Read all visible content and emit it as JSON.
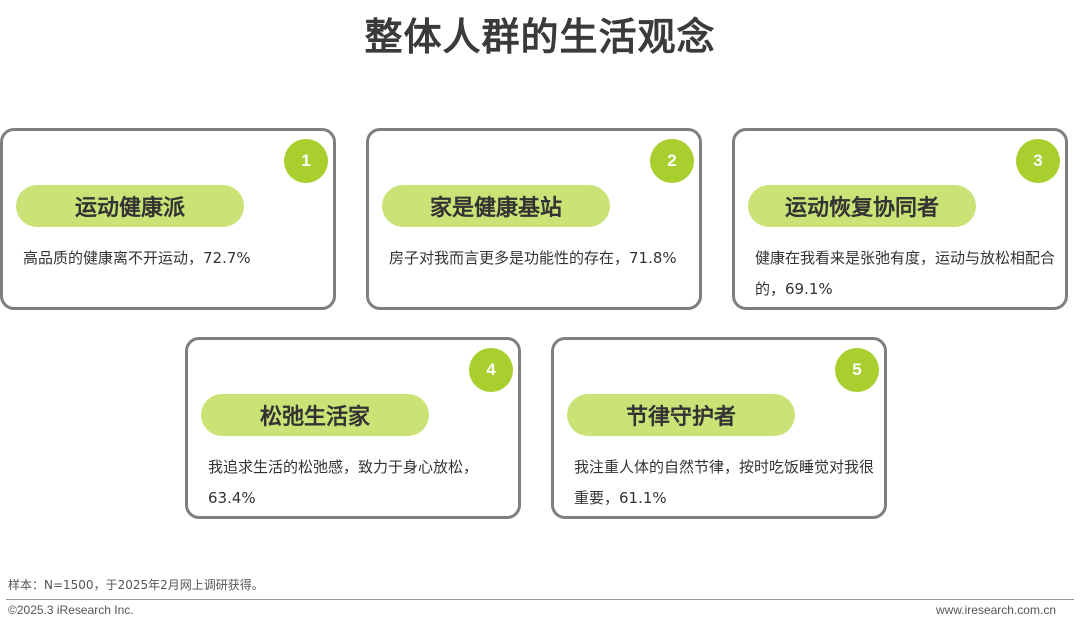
{
  "title": "整体人群的生活观念",
  "cards": [
    {
      "number": "1",
      "label": "运动健康派",
      "description": "高品质的健康离不开运动，72.7%"
    },
    {
      "number": "2",
      "label": "家是健康基站",
      "description": "房子对我而言更多是功能性的存在，71.8%"
    },
    {
      "number": "3",
      "label": "运动恢复协同者",
      "description": "健康在我看来是张弛有度，运动与放松相配合的，69.1%"
    },
    {
      "number": "4",
      "label": "松弛生活家",
      "description": "我追求生活的松弛感，致力于身心放松，63.4%"
    },
    {
      "number": "5",
      "label": "节律守护者",
      "description": "我注重人体的自然节律，按时吃饭睡觉对我很重要，61.1%"
    }
  ],
  "footer": {
    "note": "样本：N=1500，于2025年2月网上调研获得。",
    "copyright": "©2025.3 iResearch Inc.",
    "website": "www.iresearch.com.cn"
  },
  "colors": {
    "badge": "#a9cf2e",
    "pill": "#cbe277",
    "border": "#7f7f7f"
  }
}
